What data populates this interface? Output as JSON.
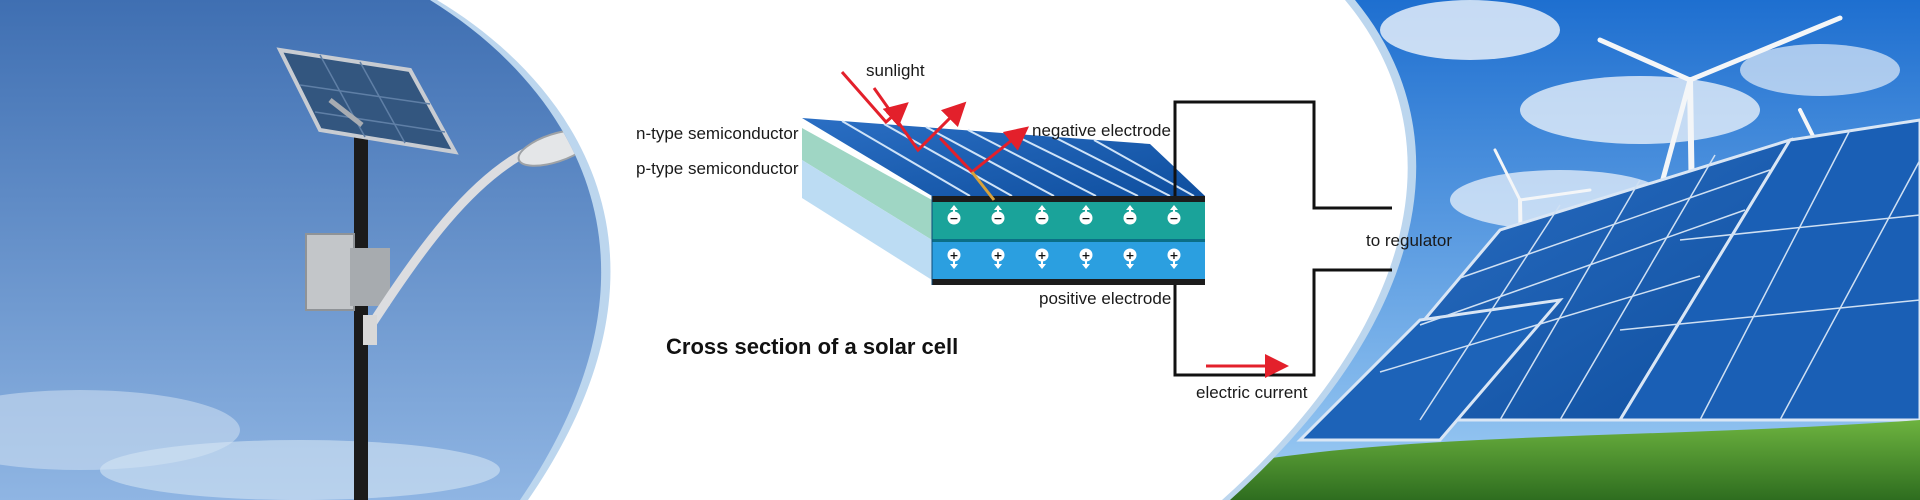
{
  "diagram": {
    "title": "Cross section of a solar cell",
    "labels": {
      "sunlight": "sunlight",
      "n_type": "n-type semiconductor",
      "p_type": "p-type semiconductor",
      "negative_electrode": "negative electrode",
      "positive_electrode": "positive electrode",
      "to_regulator": "to regulator",
      "electric_current": "electric current"
    },
    "n_layer_charges": [
      "−",
      "−",
      "−",
      "−",
      "−",
      "−"
    ],
    "p_layer_charges": [
      "+",
      "+",
      "+",
      "+",
      "+",
      "+"
    ]
  },
  "colors": {
    "sky": "#6f9fd6",
    "panel_blue": "#1f6fc7",
    "n_layer": "#1aa39a",
    "p_layer": "#2b9fe0",
    "arrow_red": "#e3202b",
    "wire": "#111111",
    "grass": "#3f8f2a"
  },
  "photo_left": {
    "subject": "solar-street-lamp"
  },
  "photo_right": {
    "subject": "solar-panels-and-wind-turbines"
  }
}
